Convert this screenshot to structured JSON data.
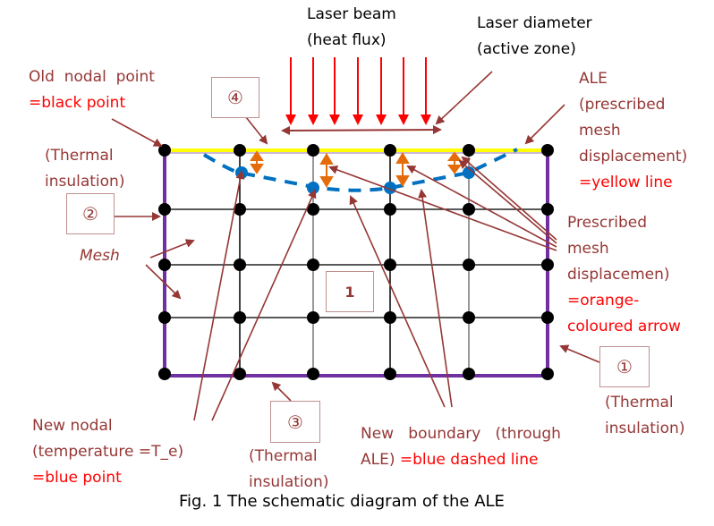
{
  "title": "The schematic diagram of the ALE",
  "caption": "Fig. 1 The schematic diagram of the ALE",
  "colors": {
    "annotation": "#953735",
    "highlight_text": "#ff0000",
    "boundary_insulation": "#7030a0",
    "ale_line": "#ffff00",
    "new_boundary": "#0070c0",
    "mesh_arrow": "#e46c0a",
    "laser_arrow": "#ff0000",
    "node": "#000000"
  },
  "labels": {
    "laser_beam": [
      "Laser beam",
      "(heat flux)"
    ],
    "laser_diameter": [
      "Laser diameter",
      "(active zone)"
    ],
    "old_nodal": {
      "text": "Old  nodal  point",
      "highlight": "=black point"
    },
    "thermal_left": [
      "(Thermal",
      "insulation)"
    ],
    "mesh": "Mesh",
    "ale": {
      "lines": [
        "ALE",
        "(prescribed",
        "mesh",
        "displacement)"
      ],
      "highlight": "=yellow line"
    },
    "prescribed": {
      "lines": [
        "Prescribed",
        "mesh",
        "displacemen)"
      ],
      "highlight": [
        "=orange-",
        "coloured arrow"
      ]
    },
    "thermal_right": [
      "(Thermal",
      "insulation)"
    ],
    "thermal_bottom": [
      "(Thermal",
      "insulation)"
    ],
    "new_nodal": {
      "lines": [
        "New nodal",
        "(temperature =T_e)"
      ],
      "highlight": "=blue point"
    },
    "new_boundary": {
      "line1": "New   boundary   (through",
      "line2": "ALE)",
      "highlight": "=blue dashed line"
    }
  },
  "boxes": {
    "box1": "①",
    "box2": "②",
    "box3": "③",
    "box4": "④",
    "region": "1"
  },
  "mesh": {
    "columns": 6,
    "rows": 5,
    "old_nodes": "black",
    "new_nodes": "blue",
    "new_node_count": 4
  }
}
